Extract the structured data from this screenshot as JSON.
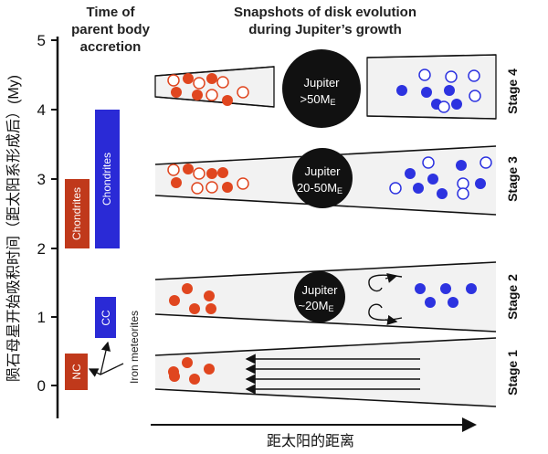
{
  "titles": {
    "accretion_line1": "Time of",
    "accretion_line2": "parent body",
    "accretion_line3": "accretion",
    "snapshot_line1": "Snapshots of disk evolution",
    "snapshot_line2": "during Jupiter’s growth"
  },
  "y_axis": {
    "label": "陨石母星开始吸积时间（距太阳系形成后）(My)",
    "ticks": [
      "0",
      "1",
      "2",
      "3",
      "4",
      "5"
    ]
  },
  "x_axis": {
    "label": "距太阳的距离"
  },
  "bars": {
    "nc_label": "NC",
    "cc_label": "CC",
    "chondrites_nc_label": "Chondrites",
    "chondrites_cc_label": "Chondrites",
    "iron_label": "Iron meteorites",
    "red_color": "#c0391b",
    "blue_color": "#2a2ad6"
  },
  "stages": [
    {
      "label": "Stage 1",
      "jupiter_text": "",
      "jupiter_mass": ""
    },
    {
      "label": "Stage 2",
      "jupiter_text": "Jupiter",
      "jupiter_mass": "~20M",
      "mass_sub": "E"
    },
    {
      "label": "Stage 3",
      "jupiter_text": "Jupiter",
      "jupiter_mass": "20-50M",
      "mass_sub": "E"
    },
    {
      "label": "Stage 4",
      "jupiter_text": "Jupiter",
      "jupiter_mass": ">50M",
      "mass_sub": "E"
    }
  ],
  "colors": {
    "nc_particle": "#e0461f",
    "cc_particle": "#2d33e0",
    "jupiter": "#111111",
    "disk": "#f2f2f2"
  }
}
